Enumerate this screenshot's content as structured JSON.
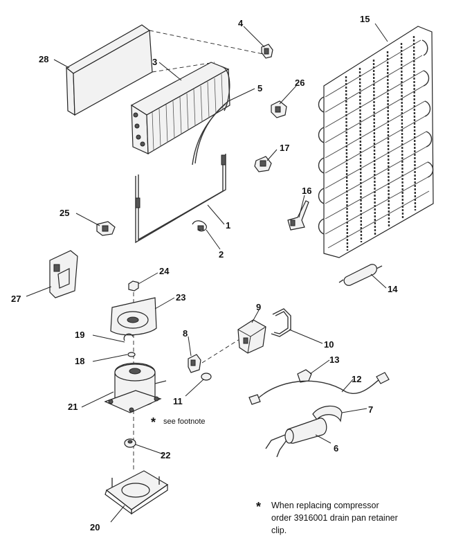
{
  "labels": {
    "p1": "1",
    "p2": "2",
    "p3": "3",
    "p4": "4",
    "p5": "5",
    "p6": "6",
    "p7": "7",
    "p8": "8",
    "p9": "9",
    "p10": "10",
    "p11": "11",
    "p12": "12",
    "p13": "13",
    "p14": "14",
    "p15": "15",
    "p16": "16",
    "p17": "17",
    "p18": "18",
    "p19": "19",
    "p20": "20",
    "p21": "21",
    "p22": "22",
    "p23": "23",
    "p24": "24",
    "p25": "25",
    "p26": "26",
    "p27": "27",
    "p28": "28"
  },
  "see_footnote": "see footnote",
  "footnote": {
    "star": "*",
    "line1": "When replacing compressor",
    "line2": "order 3916001 drain pan retainer",
    "line3": "clip."
  }
}
